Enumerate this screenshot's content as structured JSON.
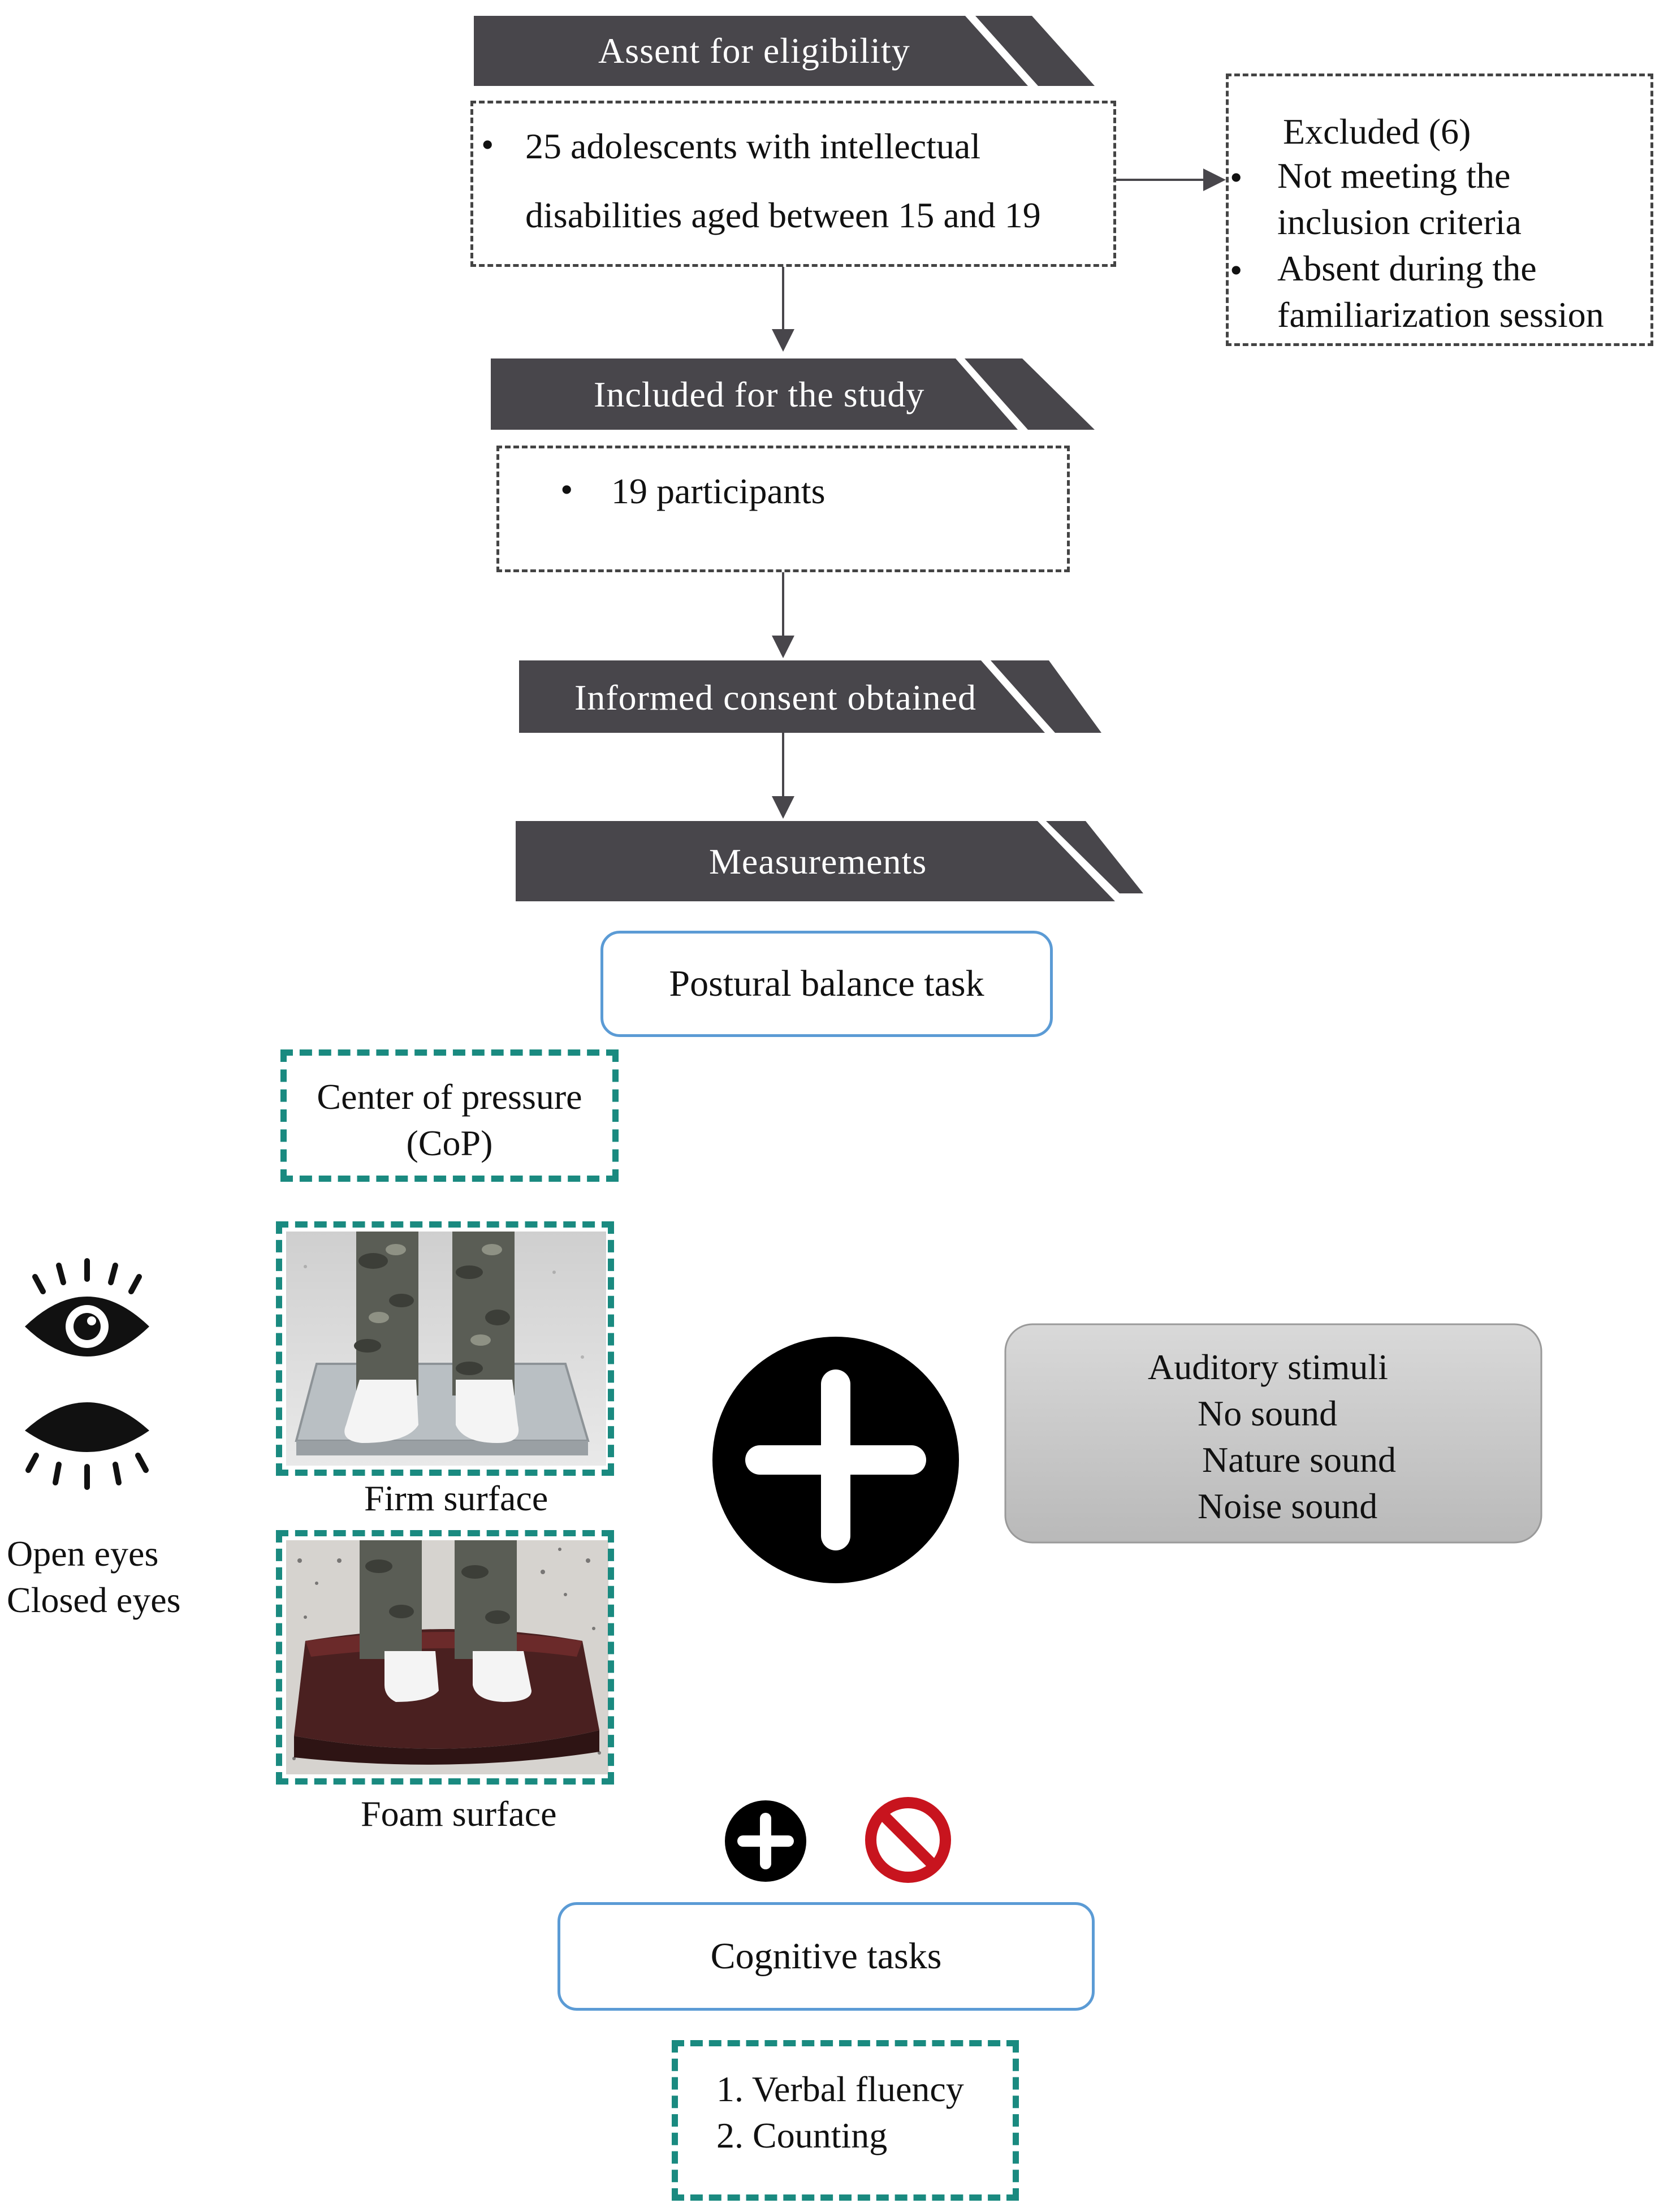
{
  "banners": {
    "assent": "Assent for eligibility",
    "included": "Included for the study",
    "consent": "Informed consent obtained",
    "measurements": "Measurements"
  },
  "eligibility_box": {
    "line1": "25 adolescents with intellectual",
    "line2": "disabilities aged between 15 and 19"
  },
  "excluded_box": {
    "title": "Excluded (6)",
    "item1_line1": "Not meeting the",
    "item1_line2": "inclusion criteria",
    "item2_line1": "Absent during the",
    "item2_line2": "familiarization session"
  },
  "participants_box": {
    "item": "19 participants"
  },
  "postural_task": "Postural balance task",
  "cop_box": {
    "line1": "Center of pressure",
    "line2": "(CoP)"
  },
  "surfaces": {
    "firm": "Firm surface",
    "foam": "Foam surface"
  },
  "eyes": {
    "open": "Open eyes",
    "closed": "Closed eyes"
  },
  "auditory_box": {
    "title": "Auditory stimuli",
    "item1": "No sound",
    "item2": "Nature sound",
    "item3": "Noise sound"
  },
  "cognitive_tasks": "Cognitive tasks",
  "cognitive_list": {
    "item1": "1. Verbal fluency",
    "item2": "2. Counting"
  },
  "colors": {
    "banner": "#48464b",
    "teal_dash": "#1a8a80",
    "blue_border": "#5b9bd5",
    "no_symbol_red": "#c8141e",
    "auditory_fill": "#c9c9c9"
  }
}
